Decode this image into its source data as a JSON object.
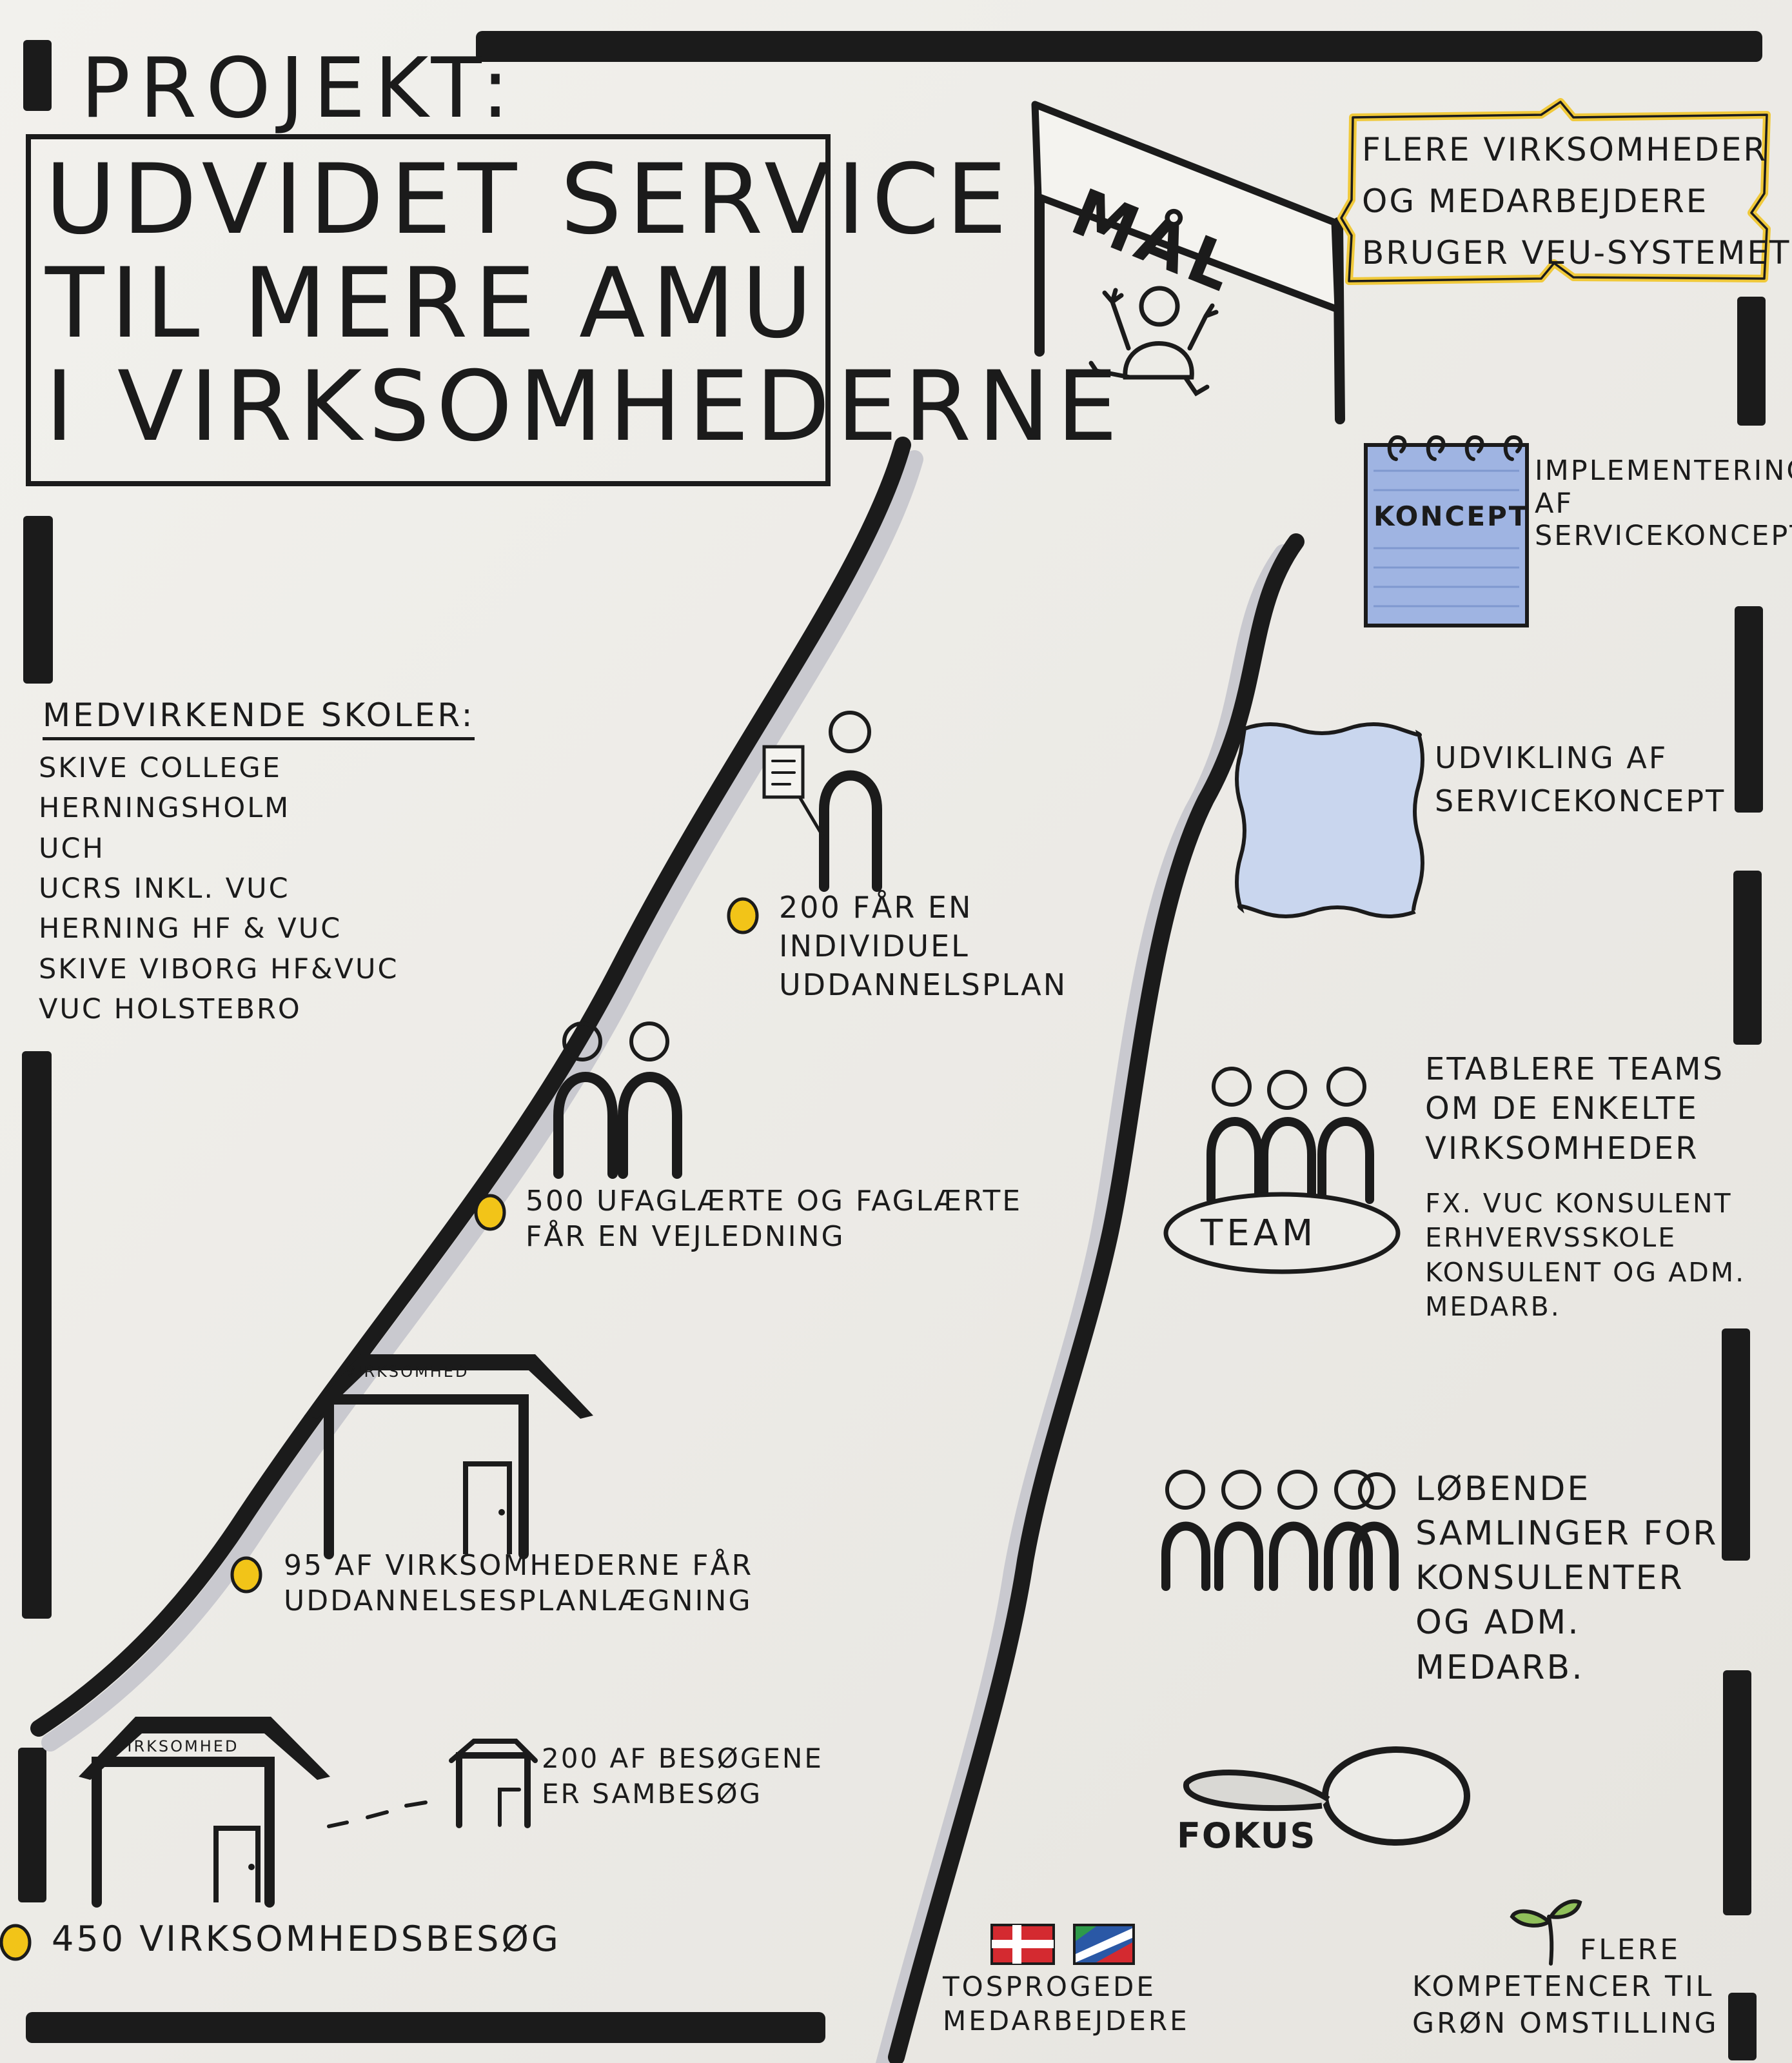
{
  "header": {
    "project_label": "PROJEKT:",
    "title_lines": [
      "UDVIDET SERVICE",
      "TIL MERE AMU",
      "I VIRKSOMHEDERNE"
    ]
  },
  "goal": {
    "flag_label": "MÅL",
    "callout_lines": [
      "FLERE VIRKSOMHEDER",
      "OG MEDARBEJDERE",
      "BRUGER VEU-SYSTEMET"
    ]
  },
  "schools": {
    "heading": "MEDVIRKENDE SKOLER:",
    "items": [
      "SKIVE COLLEGE",
      "HERNINGSHOLM",
      "UCH",
      "UCRS INKL. VUC",
      "HERNING HF & VUC",
      "SKIVE VIBORG HF&VUC",
      "VUC HOLSTEBRO"
    ]
  },
  "milestones": {
    "individual_plan": "200 FÅR EN INDIVIDUEL UDDANNELSPLAN",
    "guidance": "500 UFAGLÆRTE OG FAGLÆRTE FÅR EN VEJLEDNING",
    "education_planning": "95 AF VIRKSOMHEDERNE FÅR UDDANNELSESPLANLÆGNING",
    "joint_visits": "200 AF BESØGENE ER SAMBESØG",
    "company_visits": "450 VIRKSOMHEDSBESØG"
  },
  "company_building": {
    "sign": "VIRKSOMHED"
  },
  "right_track": {
    "concept_badge": "KONCEPT",
    "implementation": "IMPLEMENTERING AF SERVICEKONCEPT",
    "development": "UDVIKLING AF SERVICEKONCEPT",
    "teams_heading": "ETABLERE TEAMS OM DE ENKELTE VIRKSOMHEDER",
    "teams_detail": "FX. VUC KONSULENT ERHVERVSSKOLE KONSULENT OG ADM. MEDARB.",
    "team_label": "TEAM",
    "gatherings": "LØBENDE SAMLINGER FOR KONSULENTER OG ADM. MEDARB.",
    "focus_label": "FOKUS",
    "bilingual": "TOSPROGEDE MEDARBEJDERE",
    "green": "FLERE KOMPETENCER TIL GRØN OMSTILLING"
  },
  "colors": {
    "ink": "#1b1b1b",
    "paper": "#ecebe7",
    "bullet": "#f2c418",
    "callout_border": "#f0c93a",
    "note_blue": "#9fb4e2",
    "square_blue": "#c9d6ee",
    "flag_red": "#d42a30",
    "flag_blue": "#2a58a6"
  }
}
